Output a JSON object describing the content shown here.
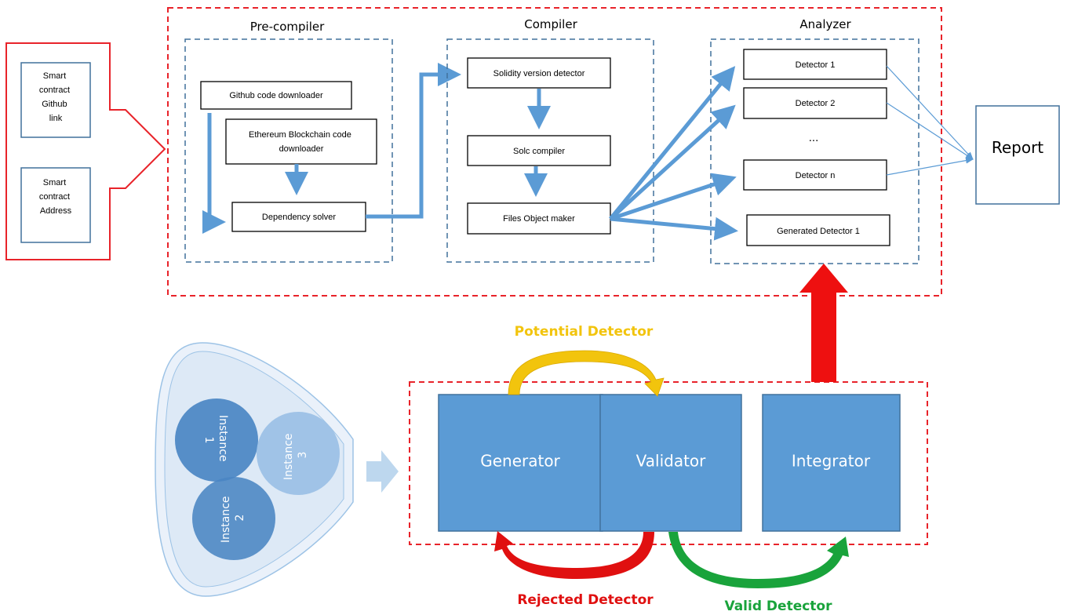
{
  "inputs": {
    "github_link_lines": [
      "Smart",
      "contract",
      "Github",
      "link"
    ],
    "address_lines": [
      "Smart",
      "contract",
      "Address"
    ]
  },
  "precompiler": {
    "title": "Pre-compiler",
    "github_downloader": "Github code downloader",
    "eth_downloader_lines": [
      "Ethereum Blockchain code",
      "downloader"
    ],
    "dependency_solver": "Dependency solver"
  },
  "compiler": {
    "title": "Compiler",
    "version_detector": "Solidity version detector",
    "solc": "Solc compiler",
    "files_object_maker": "Files Object maker"
  },
  "analyzer": {
    "title": "Analyzer",
    "detectors": [
      "Detector 1",
      "Detector 2",
      "Detector n"
    ],
    "ellipsis": "...",
    "generated_detector": "Generated Detector 1"
  },
  "report": "Report",
  "instances": [
    {
      "lines": [
        "Instance",
        "1"
      ]
    },
    {
      "lines": [
        "Instance",
        "2"
      ]
    },
    {
      "lines": [
        "Instance",
        "3"
      ]
    }
  ],
  "pipeline": {
    "generator": "Generator",
    "validator": "Validator",
    "integrator": "Integrator"
  },
  "flows": {
    "potential": "Potential Detector",
    "rejected": "Rejected Detector",
    "valid": "Valid Detector"
  },
  "colors": {
    "red_dash": "#e8232a",
    "blue_dash": "#41719c",
    "arrow_blue": "#5b9bd5",
    "block_fill": "#5b9bd5",
    "block_stroke": "#41719c",
    "potential": "#f2c40d",
    "rejected": "#e01010",
    "valid": "#19a33b",
    "gray_text": "#000000"
  }
}
